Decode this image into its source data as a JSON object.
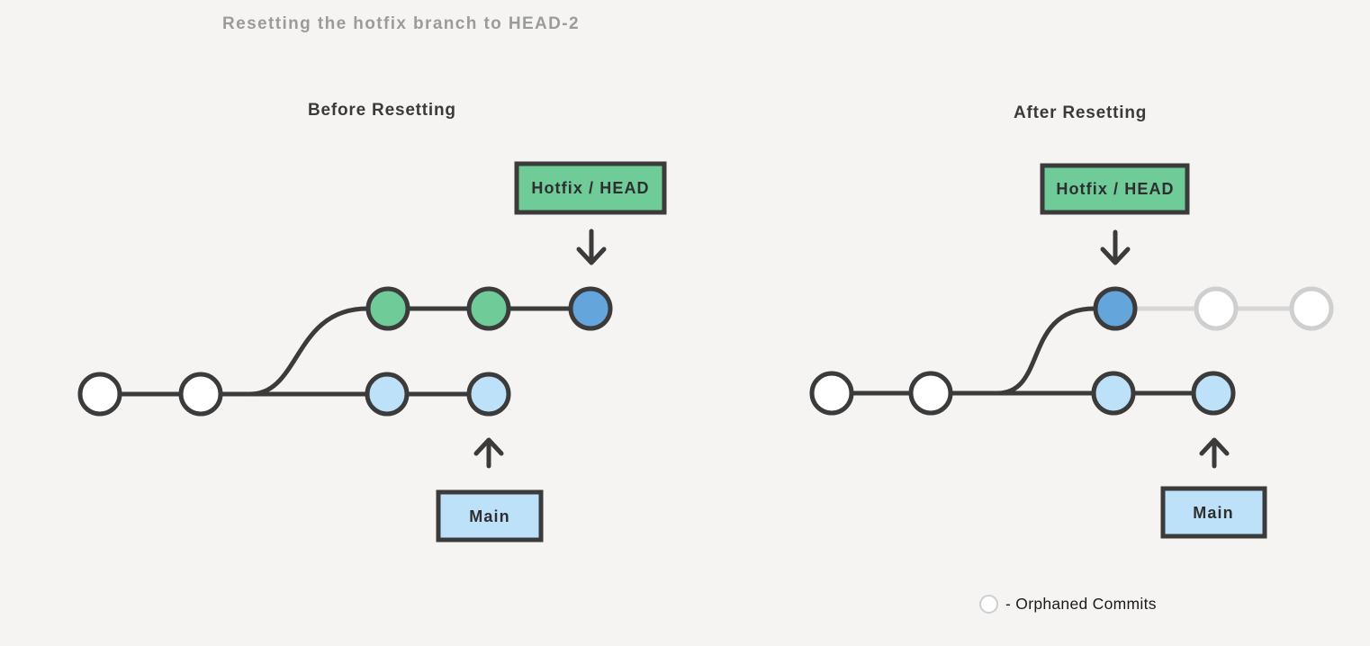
{
  "title": "Resetting the hotfix branch to HEAD-2",
  "colors": {
    "background": "#f5f4f2",
    "stroke_dark": "#3b3b3b",
    "stroke_gray": "#d6d6d6",
    "node_gray_border": "#cfcfcf",
    "green": "#6fcb98",
    "blue": "#64a6db",
    "light_blue": "#bee1fa",
    "white": "#ffffff",
    "title_gray": "#9b9b9b",
    "heading_dark": "#3a3a3a",
    "legend_text": "#1a1a1a"
  },
  "before": {
    "heading": "Before Resetting",
    "hotfix_label": "Hotfix / HEAD",
    "main_label": "Main",
    "main_branch_commits": [
      "white",
      "white",
      "light_blue",
      "light_blue"
    ],
    "hotfix_branch_commits": [
      "green",
      "green",
      "blue"
    ]
  },
  "after": {
    "heading": "After Resetting",
    "hotfix_label": "Hotfix / HEAD",
    "main_label": "Main",
    "main_branch_commits": [
      "white",
      "white",
      "light_blue",
      "light_blue"
    ],
    "hotfix_branch_commits": [
      "blue",
      "orphaned_white",
      "orphaned_white"
    ]
  },
  "legend": {
    "label": "- Orphaned Commits"
  }
}
